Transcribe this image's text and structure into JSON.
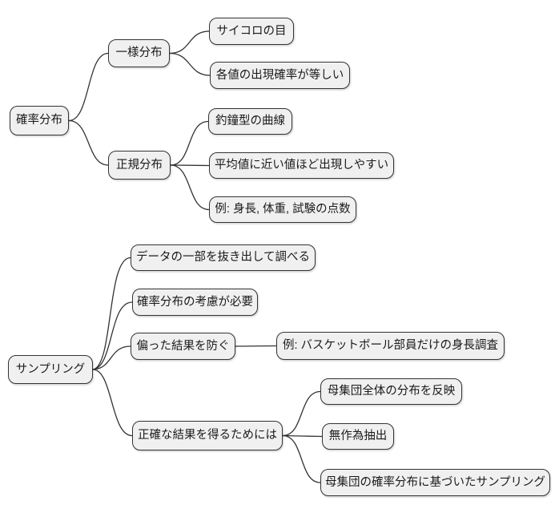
{
  "diagram": {
    "type": "mindmap",
    "colors": {
      "background": "#ffffff",
      "node_fill": "#f0f0f0",
      "node_border": "#333333",
      "edge": "#333333",
      "text": "#1a1a1a"
    },
    "trees": [
      {
        "root": {
          "label": "確率分布",
          "children": [
            {
              "label": "一様分布",
              "children": [
                {
                  "label": "サイコロの目"
                },
                {
                  "label": "各値の出現確率が等しい"
                }
              ]
            },
            {
              "label": "正規分布",
              "children": [
                {
                  "label": "釣鐘型の曲線"
                },
                {
                  "label": "平均値に近い値ほど出現しやすい"
                },
                {
                  "label": "例: 身長, 体重, 試験の点数"
                }
              ]
            }
          ]
        }
      },
      {
        "root": {
          "label": "サンプリング",
          "children": [
            {
              "label": "データの一部を抜き出して調べる"
            },
            {
              "label": "確率分布の考慮が必要"
            },
            {
              "label": "偏った結果を防ぐ",
              "children": [
                {
                  "label": "例: バスケットボール部員だけの身長調査"
                }
              ]
            },
            {
              "label": "正確な結果を得るためには",
              "children": [
                {
                  "label": "母集団全体の分布を反映"
                },
                {
                  "label": "無作為抽出"
                },
                {
                  "label": "母集団の確率分布に基づいたサンプリング"
                }
              ]
            }
          ]
        }
      }
    ]
  }
}
